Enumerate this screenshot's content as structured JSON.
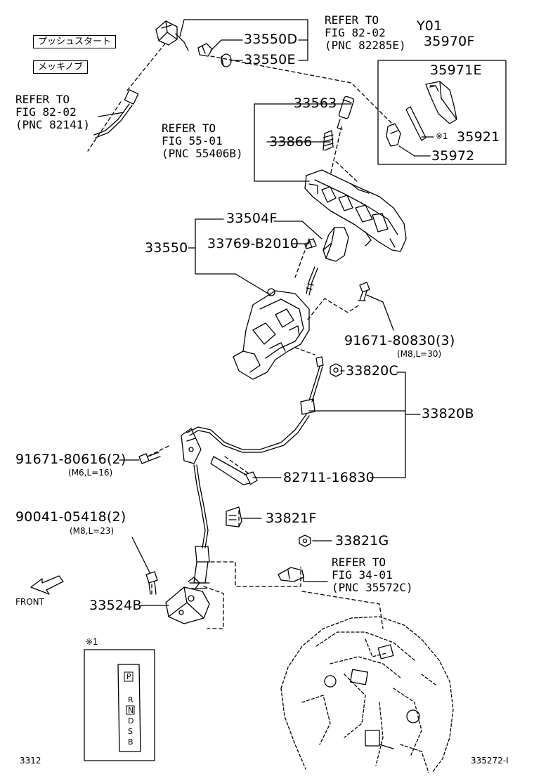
{
  "labels": {
    "push_start": "プッシュスタート",
    "plated_knob": "メッキノブ",
    "ref_82141": "REFER TO\nFIG 82-02\n(PNC 82141)",
    "ref_82285e": "REFER TO\nFIG 82-02\n(PNC 82285E)",
    "ref_55406b": "REFER TO\nFIG 55-01\n(PNC 55406B)",
    "ref_35572c": "REFER TO\nFIG 34-01\n(PNC 35572C)",
    "y01": "Y01",
    "p35970f": "35970F",
    "p35971e": "35971E",
    "note1_mark": "※1",
    "p35921": "35921",
    "p35972": "35972",
    "p33550d": "33550D",
    "p33550e": "33550E",
    "p33563": "33563",
    "p33866": "33866",
    "p33504f": "33504F",
    "p33550": "33550",
    "p33769": "33769-B2010",
    "p91671_80830": "91671-80830(3)",
    "spec_m8_30": "(M8,L=30)",
    "p33820c": "33820C",
    "p33820b": "33820B",
    "p91671_80616": "91671-80616(2)",
    "spec_m6_16": "(M6,L=16)",
    "p82711": "82711-16830",
    "p33821f": "33821F",
    "p90041": "90041-05418(2)",
    "spec_m8_23": "(M8,L=23)",
    "p33821g": "33821G",
    "front": "FRONT",
    "p33524b": "33524B",
    "inset_mark": "※1",
    "gate": {
      "p": "P",
      "r": "R",
      "n": "N",
      "d": "D",
      "s": "S",
      "b": "B"
    },
    "page_code": "3312",
    "fig_code": "335272-I"
  }
}
